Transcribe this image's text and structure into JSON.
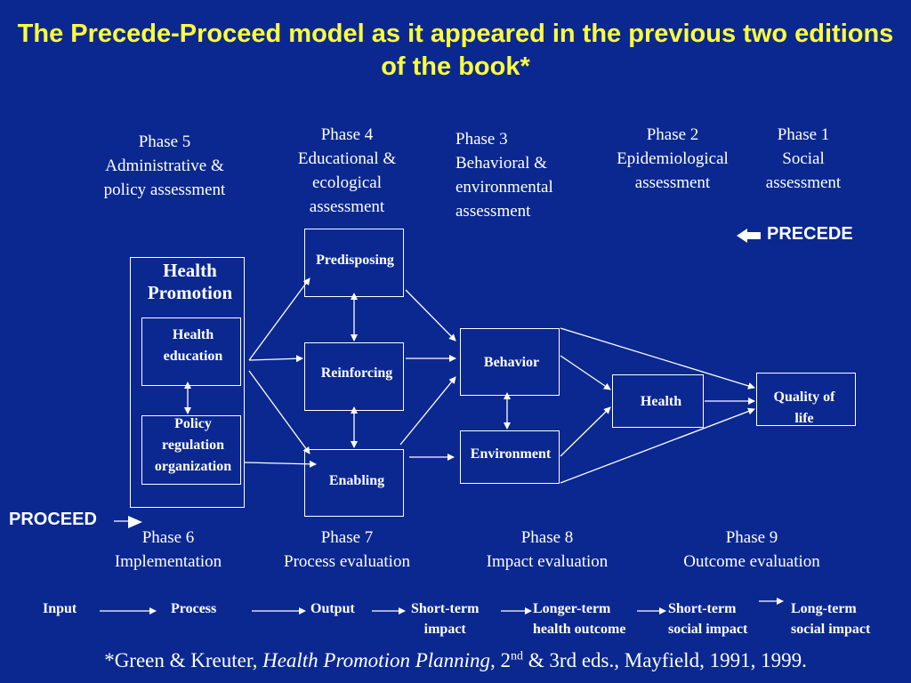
{
  "title": "The Precede-Proceed model as it appeared in the previous two editions of the book*",
  "phases_top": {
    "phase5": "Phase 5\nAdministrative &\npolicy assessment",
    "phase4": "Phase 4\nEducational &\necological\nassessment",
    "phase3": "Phase 3\nBehavioral &\nenvironmental\nassessment",
    "phase2": "Phase 2\nEpidemiological\nassessment",
    "phase1": "Phase 1\nSocial\nassessment"
  },
  "precede_label": "PRECEDE",
  "proceed_label": "PROCEED",
  "boxes": {
    "health_promotion": "Health\nPromotion",
    "health_education": "Health\neducation",
    "policy": "Policy\nregulation\norganization",
    "predisposing": "Predisposing",
    "reinforcing": "Reinforcing",
    "enabling": "Enabling",
    "behavior": "Behavior",
    "environment": "Environment",
    "health": "Health",
    "quality_of_life": "Quality of\nlife"
  },
  "phases_bottom": {
    "phase6": "Phase 6\nImplementation",
    "phase7": "Phase 7\nProcess evaluation",
    "phase8": "Phase 8\nImpact evaluation",
    "phase9": "Phase 9\nOutcome evaluation"
  },
  "flow": {
    "input": "Input",
    "process": "Process",
    "output": "Output",
    "short_term_impact": "Short-term\nimpact",
    "longer_term_health_outcome": "Longer-term\nhealth outcome",
    "short_term_social_impact": "Short-term\nsocial  impact",
    "long_term_social_impact": "Long-term\nsocial  impact"
  },
  "footnote": {
    "prefix": "*Green & Kreuter, ",
    "book": "Health Promotion Planning",
    "mid": ", 2",
    "sup": "nd",
    "suffix": " & 3rd eds., Mayfield, 1991, 1999."
  },
  "colors": {
    "background": "#0B2891",
    "title": "#FFFF3A",
    "foreground": "#FFFFFF"
  }
}
